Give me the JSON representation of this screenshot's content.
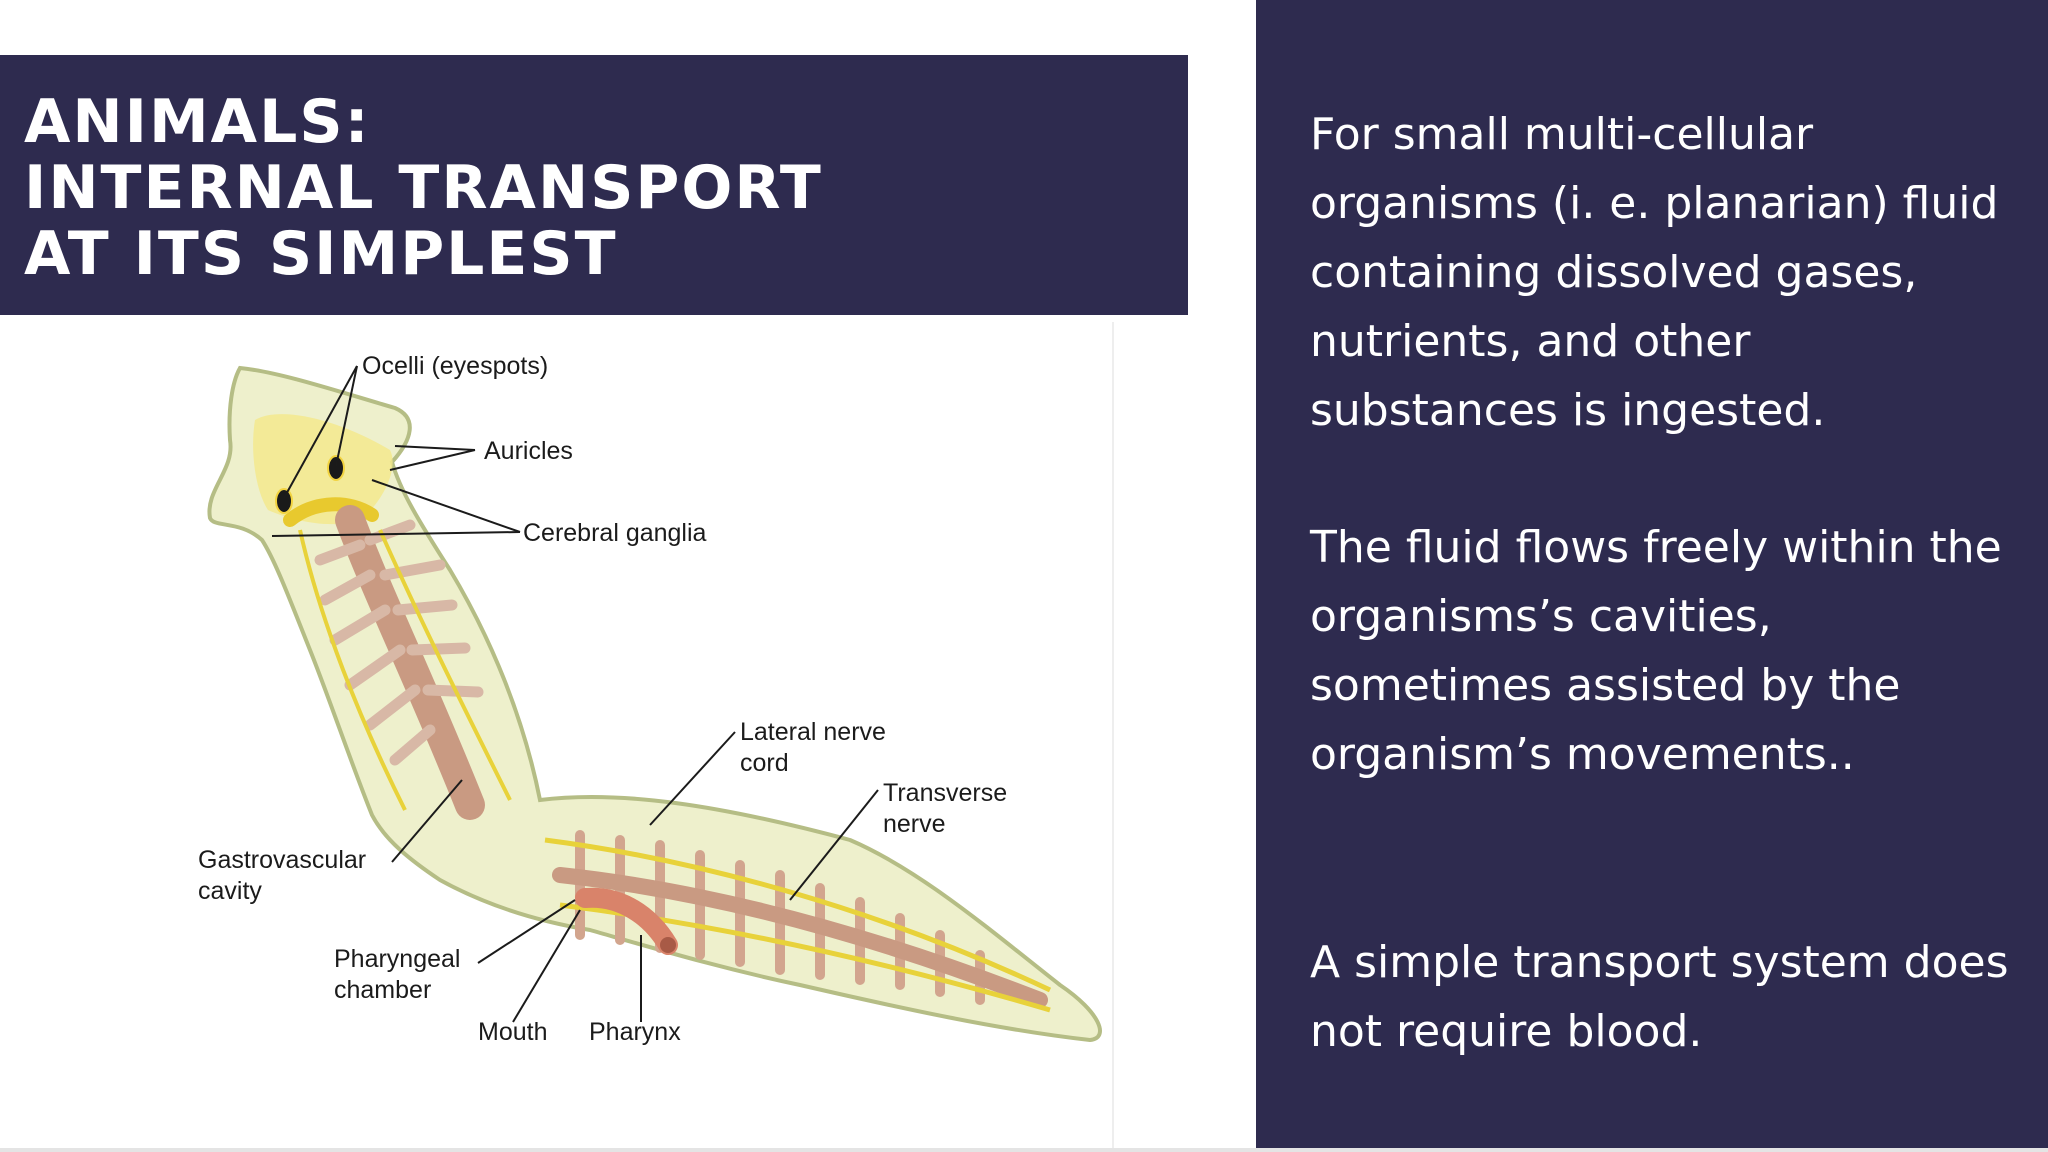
{
  "title": {
    "line1": "ANIMALS:",
    "line2": "INTERNAL TRANSPORT",
    "line3": "AT ITS SIMPLEST"
  },
  "body": {
    "paragraph1": "For small multi-cellular organisms (i. e. planarian) fluid containing dissolved gases, nutrients, and other substances is ingested.",
    "paragraph2": "The fluid flows freely within the organisms’s cavities, sometimes assisted by the organism’s movements..",
    "paragraph3": "A simple transport system does not require blood."
  },
  "figure": {
    "labels": {
      "ocelli": "Ocelli (eyespots)",
      "auricles": "Auricles",
      "cerebral_ganglia": "Cerebral ganglia",
      "lateral_nerve_cord_1": "Lateral nerve",
      "lateral_nerve_cord_2": "cord",
      "transverse_nerve_1": "Transverse",
      "transverse_nerve_2": "nerve",
      "gastrovascular_cavity_1": "Gastrovascular",
      "gastrovascular_cavity_2": "cavity",
      "pharyngeal_chamber_1": "Pharyngeal",
      "pharyngeal_chamber_2": "chamber",
      "mouth": "Mouth",
      "pharynx": "Pharynx"
    }
  },
  "colors": {
    "panel": "#2e2b4f",
    "body_fill": "#eef0cc",
    "nerve": "#e8d23a",
    "gut": "#c99a82",
    "pharynx": "#d9836a"
  }
}
